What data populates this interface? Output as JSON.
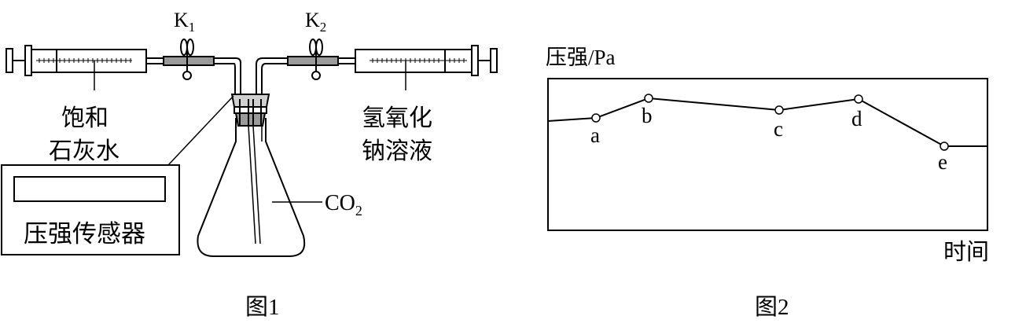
{
  "figure1": {
    "caption": "图1",
    "valve_k1": {
      "letter": "K",
      "sub": "1"
    },
    "valve_k2": {
      "letter": "K",
      "sub": "2"
    },
    "left_syringe": {
      "line1": "饱和",
      "line2": "石灰水"
    },
    "right_syringe": {
      "line1": "氢氧化",
      "line2": "钠溶液"
    },
    "gas": {
      "main": "CO",
      "sub": "2"
    },
    "sensor_label": "压强传感器"
  },
  "figure2": {
    "caption": "图2",
    "ylabel": "压强/Pa",
    "xlabel": "时间",
    "points": [
      {
        "label": "a"
      },
      {
        "label": "b"
      },
      {
        "label": "c"
      },
      {
        "label": "d"
      },
      {
        "label": "e"
      }
    ]
  }
}
